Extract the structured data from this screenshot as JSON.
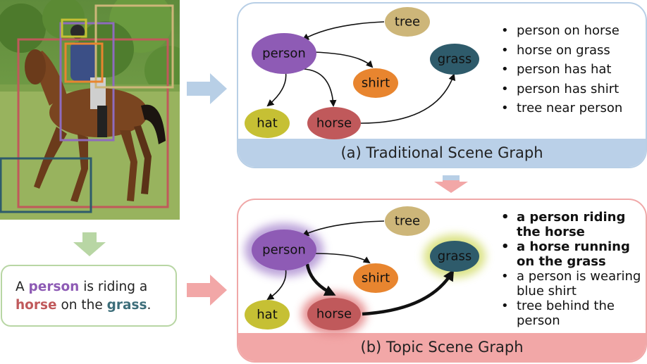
{
  "caption": {
    "prefix": "A ",
    "word_person": "person",
    "middle": " is riding a ",
    "word_horse": "horse",
    "middle2": " on the ",
    "word_grass": "grass",
    "suffix": "."
  },
  "panel_a": {
    "title": "(a) Traditional Scene Graph",
    "nodes": {
      "tree": "tree",
      "person": "person",
      "shirt": "shirt",
      "grass": "grass",
      "hat": "hat",
      "horse": "horse"
    },
    "bullets": [
      "person on horse",
      "horse on grass",
      "person has hat",
      "person has shirt",
      "tree near person"
    ]
  },
  "panel_b": {
    "title": "(b) Topic Scene Graph",
    "nodes": {
      "tree": "tree",
      "person": "person",
      "shirt": "shirt",
      "grass": "grass",
      "hat": "hat",
      "horse": "horse"
    },
    "bullets": [
      "a person riding the horse",
      "a horse running on the grass",
      "a person is wearing blue shirt",
      "tree behind the person"
    ]
  },
  "colors": {
    "tree": "#cdb679",
    "person": "#8e5bb5",
    "shirt": "#e8852f",
    "grass": "#2e5b6b",
    "hat": "#c6c034",
    "horse": "#c0595b",
    "panel_a_border": "#b8cfe6",
    "panel_b_border": "#f0a8a8",
    "caption_border": "#b8d6a4"
  }
}
